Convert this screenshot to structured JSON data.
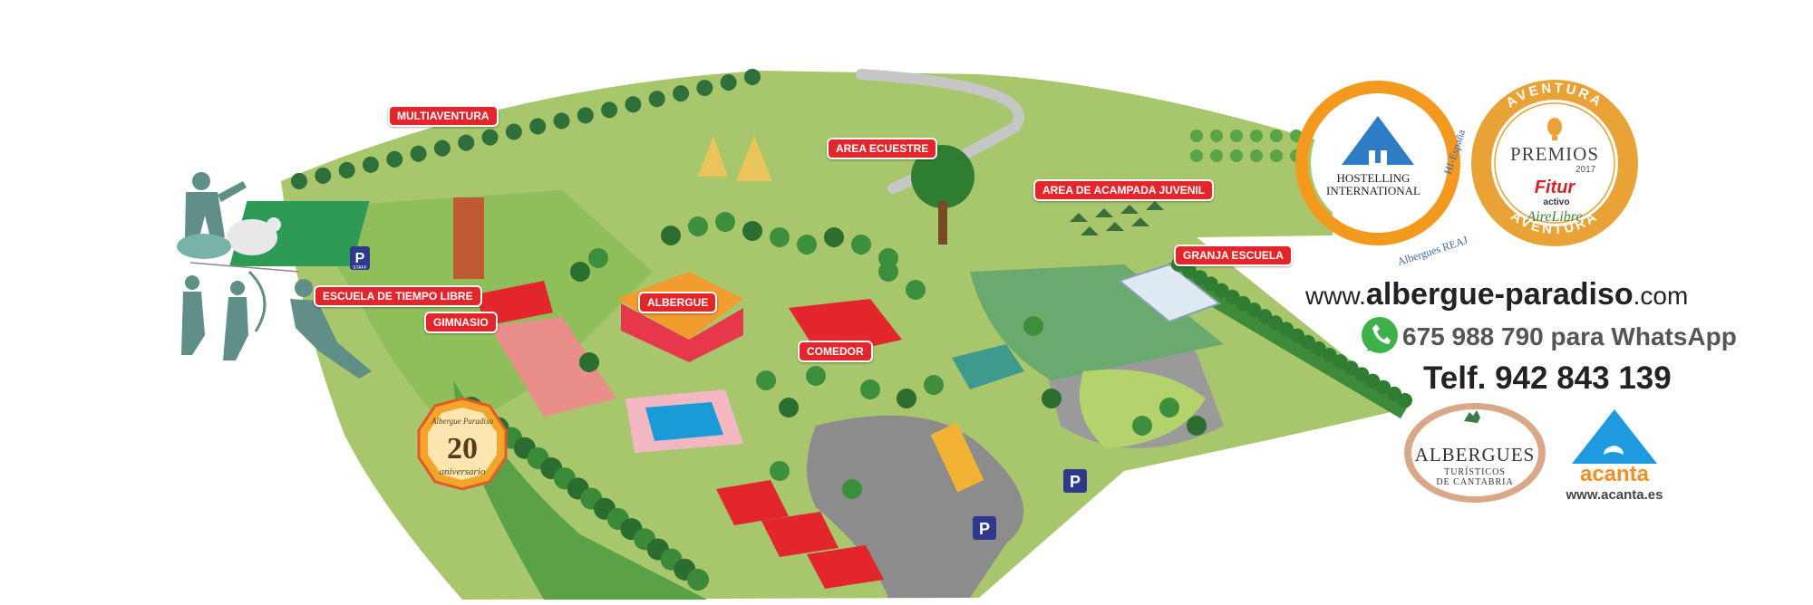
{
  "map": {
    "labels": {
      "multiaventura": "MULTIAVENTURA",
      "area_ecuestre": "AREA ECUESTRE",
      "area_acampada": "AREA DE ACAMPADA JUVENIL",
      "granja_escuela": "GRANJA ESCUELA",
      "escuela_tiempo_libre": "ESCUELA DE TIEMPO LIBRE",
      "gimnasio": "GIMNASIO",
      "albergue": "ALBERGUE",
      "comedor": "COMEDOR"
    },
    "parking": {
      "symbol": "P",
      "staff_label": "STAFF"
    }
  },
  "anniversary_badge": {
    "name": "Albergue Paradiso",
    "number": "20",
    "word": "aniversario"
  },
  "contact": {
    "website_prefix": "www.",
    "website_domain": "albergue-paradiso",
    "website_suffix": ".com",
    "whatsapp": "675 988 790 para WhatsApp",
    "phone": "Telf. 942 843 139"
  },
  "logos": {
    "hostelling": {
      "line1": "HOSTELLING",
      "line2": "INTERNATIONAL",
      "arc_left": "Albergues REAJ",
      "arc_right": "HI-España"
    },
    "premios": {
      "ring_text": "AVENTURA",
      "title": "PREMIOS",
      "year": "2017",
      "fitur": "Fitur",
      "activo": "activo",
      "magazine": "AireLibre"
    },
    "albergues_turisticos": {
      "title": "ALBERGUES",
      "line1": "TURÍSTICOS",
      "line2": "DE CANTABRIA"
    },
    "acanta": {
      "name": "acanta",
      "website": "www.acanta.es"
    }
  },
  "colors": {
    "grass": "#a8c66c",
    "grass_dark": "#7fae4a",
    "label_red": "#e3262c",
    "road": "#8c8c8c",
    "hi_orange": "#f39a1e",
    "hi_blue": "#2e7dc4",
    "premios_gold": "#e8a235",
    "acanta_blue": "#1e9be0",
    "whatsapp_green": "#3fb14a",
    "silhouette": "#5f8f86"
  }
}
